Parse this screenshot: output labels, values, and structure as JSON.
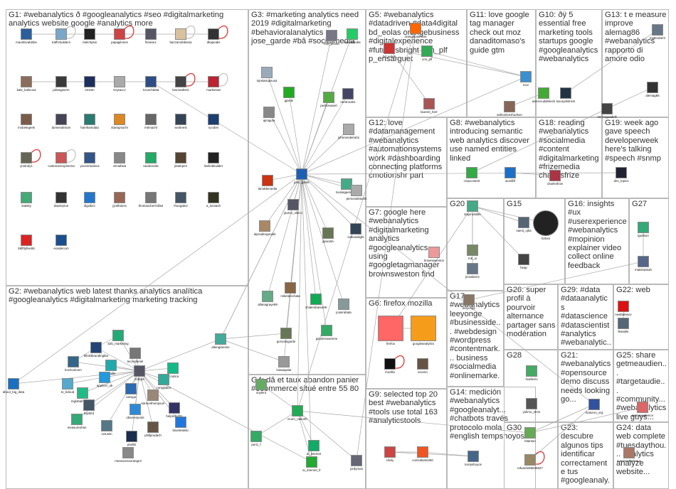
{
  "groups": [
    {
      "id": "G1",
      "label": "#webanalytics ð #googleanalytics #seo #digitalmarketing analytics website google #analytics more"
    },
    {
      "id": "G2",
      "label": "#webanalytics web latest thanks analytics analítica #googleanalytics #digitalmarketing marketing tracking"
    },
    {
      "id": "G3",
      "label": "#marketing analytics need 2019 #digitalmarketing #behavioralanalytics jose_garde #bâ #socialmedia"
    },
    {
      "id": "G4",
      "label": "dâ et taux abandon panier #ecommerce situé entre 55 80"
    },
    {
      "id": "G5",
      "label": "#webanalytics #datadriven #data4digital bd_eolas orangebusiness #digitalexperience #futureisbright crm_plf p_ensarguet"
    },
    {
      "id": "G6",
      "label": "firefox mozilla"
    },
    {
      "id": "G7",
      "label": "google here #webanalytics #digitalmarketing analytics #googleanalytics using #googletagmanager brownsweston find"
    },
    {
      "id": "G8",
      "label": "#webanalytics introducing semantic web analytics discover use named entities linked"
    },
    {
      "id": "G9",
      "label": "selected top 20 best #webanalytics #tools use total 163 #analyticstools"
    },
    {
      "id": "G10",
      "label": "ðÿ 5 essential free marketing tools startups google #googleanalytics #webanalytics"
    },
    {
      "id": "G11",
      "label": "love google tag manager check out moz danaditomaso's guide gtm"
    },
    {
      "id": "G12",
      "label": "love #datamanagement #webanalytics #automationsystems work #dashboarding connecting platforms cmotionshr part"
    },
    {
      "id": "G13",
      "label": "t e measure improve alemag86 #webanalytics rapporto di amore odio"
    },
    {
      "id": "G14",
      "label": "medición #webanalytics #googleanalyt... #chatbots través protocolo mola #english tempshoyos"
    },
    {
      "id": "G15",
      "label": ""
    },
    {
      "id": "G16",
      "label": "insights #ux #userexperience #webanalytics #mopinion explainer video collect online feedback"
    },
    {
      "id": "G17",
      "label": "#webanalytics leeyonge #businesside... #webdesign #wordpress #contentmark... business #socialmedia #onlinemarke..."
    },
    {
      "id": "G18",
      "label": "reading #webanalytics #socialmedia #content #digitalmarketing #frizemedia charlesfrize"
    },
    {
      "id": "G19",
      "label": "week ago gave speech developerweek here's talking #speech #snmp"
    },
    {
      "id": "G20",
      "label": ""
    },
    {
      "id": "G21",
      "label": "#webanalytics #opensource demo discuss needs looking go..."
    },
    {
      "id": "G22",
      "label": "web"
    },
    {
      "id": "G23",
      "label": "descubre algunos tips identificar correctamente tus #googleanaly..."
    },
    {
      "id": "G24",
      "label": "data web complete #tuesdaythou... analytics analyze website..."
    },
    {
      "id": "G25",
      "label": "share getmeaudien... #targetaudie... #community... #webanalytics live guys..."
    },
    {
      "id": "G26",
      "label": "super profil à pourvoir alternance partager sans modération"
    },
    {
      "id": "G27",
      "label": ""
    },
    {
      "id": "G28",
      "label": ""
    },
    {
      "id": "G29",
      "label": "#data #dataanalytics #datascience #datascientist #analytics #webanalytic..."
    },
    {
      "id": "G30",
      "label": ""
    }
  ],
  "nodes": [
    {
      "n": "mauritsvalobbe",
      "c": "#2b5e9c"
    },
    {
      "n": "trafficbuilders",
      "c": "#7aa6c8"
    },
    {
      "n": "zwitchplus",
      "c": "#222"
    },
    {
      "n": "papagilones",
      "c": "#c44"
    },
    {
      "n": "lbraine1",
      "c": "#556"
    },
    {
      "n": "bazzanofabiana",
      "c": "#d9c1a0"
    },
    {
      "n": "dkapeaks",
      "c": "#333"
    },
    {
      "n": "kate_kalinova",
      "c": "#8a6d5a"
    },
    {
      "n": "jahangeerm",
      "c": "#3a3a3a"
    },
    {
      "n": "emeim",
      "c": "#1c2f5e"
    },
    {
      "n": "trvytaccz",
      "c": "#aaa"
    },
    {
      "n": "lcrunchdata",
      "c": "#2e4d87"
    },
    {
      "n": "keezwolters",
      "c": "#444"
    },
    {
      "n": "marketnat",
      "c": "#b23"
    },
    {
      "n": "mobelegeek",
      "c": "#7a5b4a"
    },
    {
      "n": "domendieture",
      "c": "#445"
    },
    {
      "n": "hamhamdata",
      "c": "#2a7b6f"
    },
    {
      "n": "startupsuchi",
      "c": "#dd8822"
    },
    {
      "n": "m0macht",
      "c": "#666"
    },
    {
      "n": "seolinest",
      "c": "#345"
    },
    {
      "n": "rycobm",
      "c": "#1d3e70"
    },
    {
      "n": "ynstruly1",
      "c": "#665"
    },
    {
      "n": "customereopinerva",
      "c": "#c55"
    },
    {
      "n": "yourvirtualvca",
      "c": "#358"
    },
    {
      "n": "vimiahwa",
      "c": "#888"
    },
    {
      "n": "raodeveide",
      "c": "#2a6"
    },
    {
      "n": "jirtatepen",
      "c": "#543"
    },
    {
      "n": "livelinkbuilder",
      "c": "#222"
    },
    {
      "n": "statsity",
      "c": "#4a7"
    },
    {
      "n": "dawmprun",
      "c": "#333"
    },
    {
      "n": "digvibec",
      "c": "#2277cc"
    },
    {
      "n": "jyotihanss",
      "c": "#965"
    },
    {
      "n": "thomascberrnilla4",
      "c": "#777"
    },
    {
      "n": "rhongabor",
      "c": "#456"
    },
    {
      "n": "a_lurwash",
      "c": "#332"
    },
    {
      "n": "55fiftyfive55",
      "c": "#d22"
    },
    {
      "n": "erasilecom",
      "c": "#1a4f8f"
    },
    {
      "n": "jose_garde",
      "c": "#1e5fb3"
    },
    {
      "n": "loui_picard",
      "c": "#778"
    },
    {
      "n": "socialmedia",
      "c": "#2c6"
    },
    {
      "n": "topstartupsusa",
      "c": "#9ab"
    },
    {
      "n": "jgarde",
      "c": "#2a2"
    },
    {
      "n": "pedrosuaert",
      "c": "#5a4"
    },
    {
      "n": "ramtrout01",
      "c": "#446"
    },
    {
      "n": "ajmiguta",
      "c": "#888"
    },
    {
      "n": "johnnendeira01",
      "c": "#aaa"
    },
    {
      "n": "lamddemedia",
      "c": "#cc3311"
    },
    {
      "n": "louisagaentrout",
      "c": "#4a8"
    },
    {
      "n": "personalstudm",
      "c": "#aaa"
    },
    {
      "n": "jaume_olleco",
      "c": "#556"
    },
    {
      "n": "jijiwosta",
      "c": "#675"
    },
    {
      "n": "alyssafergendel",
      "c": "#a86"
    },
    {
      "n": "sotkeaslight",
      "c": "#345"
    },
    {
      "n": "mikelarechata",
      "c": "#864"
    },
    {
      "n": "allanagraye99",
      "c": "#6a8"
    },
    {
      "n": "chidembarex09",
      "c": "#1a5"
    },
    {
      "n": "jcanirabata",
      "c": "#899"
    },
    {
      "n": "gonzalogarde",
      "c": "#675"
    },
    {
      "n": "gardenseamme",
      "c": "#3a6"
    },
    {
      "n": "luisaayalar",
      "c": "#999"
    },
    {
      "n": "about_big_data",
      "c": "#1a6fbf"
    },
    {
      "n": "b2b_marketing",
      "c": "#2a7"
    },
    {
      "n": "blinkitbrandingtbu",
      "c": "#247"
    },
    {
      "n": "tecnodaniel",
      "c": "#777"
    },
    {
      "n": "kochooloom",
      "c": "#368"
    },
    {
      "n": "aktallo",
      "c": "#2aa"
    },
    {
      "n": "zolbyte",
      "c": "#556"
    },
    {
      "n": "accutica",
      "c": "#1b8"
    },
    {
      "n": "altenganome",
      "c": "#4a9"
    },
    {
      "n": "applicer_uk",
      "c": "#2299dd"
    },
    {
      "n": "to_bdoud",
      "c": "#5ac"
    },
    {
      "n": "caesgo",
      "c": "#2a6ab0"
    },
    {
      "n": "coreglatics",
      "c": "#3a9"
    },
    {
      "n": "mglobalmarketin",
      "c": "#2b8"
    },
    {
      "n": "karnenthompson",
      "c": "#987"
    },
    {
      "n": "koptitrd",
      "c": "#456"
    },
    {
      "n": "observepoint",
      "c": "#2e8ad6"
    },
    {
      "n": "measurenhan",
      "c": "#3a7"
    },
    {
      "n": "helpinsights",
      "c": "#336"
    },
    {
      "n": "blueletalinic",
      "c": "#2277dd"
    },
    {
      "n": "octusim",
      "c": "#578"
    },
    {
      "n": "phillprodach",
      "c": "#654"
    },
    {
      "n": "piwikb",
      "c": "#1b2e4e"
    },
    {
      "n": "measuressorange3",
      "c": "#888"
    },
    {
      "n": "soylent",
      "c": "#6a6"
    },
    {
      "n": "ecom_nationfr",
      "c": "#2a5"
    },
    {
      "n": "periz_f",
      "c": "#3a6"
    },
    {
      "n": "ai_intemet",
      "c": "#1a6"
    },
    {
      "n": "ai_internet_fr",
      "c": "#2a3"
    },
    {
      "n": "jordyman",
      "c": "#667"
    },
    {
      "n": "orangebusiness",
      "c": "#ff6600"
    },
    {
      "n": "bd_eolas",
      "c": "#c33"
    },
    {
      "n": "crm_plf",
      "c": "#3a5"
    },
    {
      "n": "laurent_herr",
      "c": "#a55"
    },
    {
      "n": "moz",
      "c": "#3a8fd1"
    },
    {
      "n": "ashtonleeshudson",
      "c": "#865"
    },
    {
      "n": "aaroncuddebeck",
      "c": "#4a3"
    },
    {
      "n": "luxurydistricts",
      "c": "#234"
    },
    {
      "n": "matteoberri",
      "c": "#678"
    },
    {
      "n": "alemag86",
      "c": "#333"
    },
    {
      "n": "enricoguadelli",
      "c": "#444"
    },
    {
      "n": "cmpcontent",
      "c": "#3a4"
    },
    {
      "n": "wordlift",
      "c": "#1c6fc8"
    },
    {
      "n": "charlesfrize",
      "c": "#a34"
    },
    {
      "n": "dev_topics",
      "c": "#223"
    },
    {
      "n": "brownsweston",
      "c": "#e99"
    },
    {
      "n": "firefox",
      "c": "#f66"
    },
    {
      "n": "googleanalytics",
      "c": "#f59d1b"
    },
    {
      "n": "mozilla",
      "c": "#111"
    },
    {
      "n": "aroonn",
      "c": "#654"
    },
    {
      "n": "stayinvisible",
      "c": "#4a8"
    },
    {
      "n": "rnb_ui",
      "c": "#786"
    },
    {
      "n": "jinnaliems",
      "c": "#678"
    },
    {
      "n": "samit_ojha",
      "c": "#567"
    },
    {
      "n": "forbes",
      "c": "#222"
    },
    {
      "n": "heap",
      "c": "#444"
    },
    {
      "n": "igwilson",
      "c": "#3a7"
    },
    {
      "n": "malekiwisah",
      "c": "#568"
    },
    {
      "n": "leeyonge",
      "c": "#876"
    },
    {
      "n": "clicky",
      "c": "#c44"
    },
    {
      "n": "consultants360",
      "c": "#e52"
    },
    {
      "n": "tempshoyos",
      "c": "#468"
    },
    {
      "n": "newbalance",
      "c": "#d11"
    },
    {
      "n": "likeable",
      "c": "#567"
    },
    {
      "n": "markterv",
      "c": "#4a6"
    },
    {
      "n": "yulimo_stmn",
      "c": "#555"
    },
    {
      "n": "matomo_org",
      "c": "#3152a0"
    },
    {
      "n": "bitanton",
      "c": "#6a5"
    },
    {
      "n": "eduardo56826527",
      "c": "#986"
    },
    {
      "n": "getmeaudience",
      "c": "#d66"
    },
    {
      "n": "nuestrastradeaux",
      "c": "#a76"
    }
  ]
}
